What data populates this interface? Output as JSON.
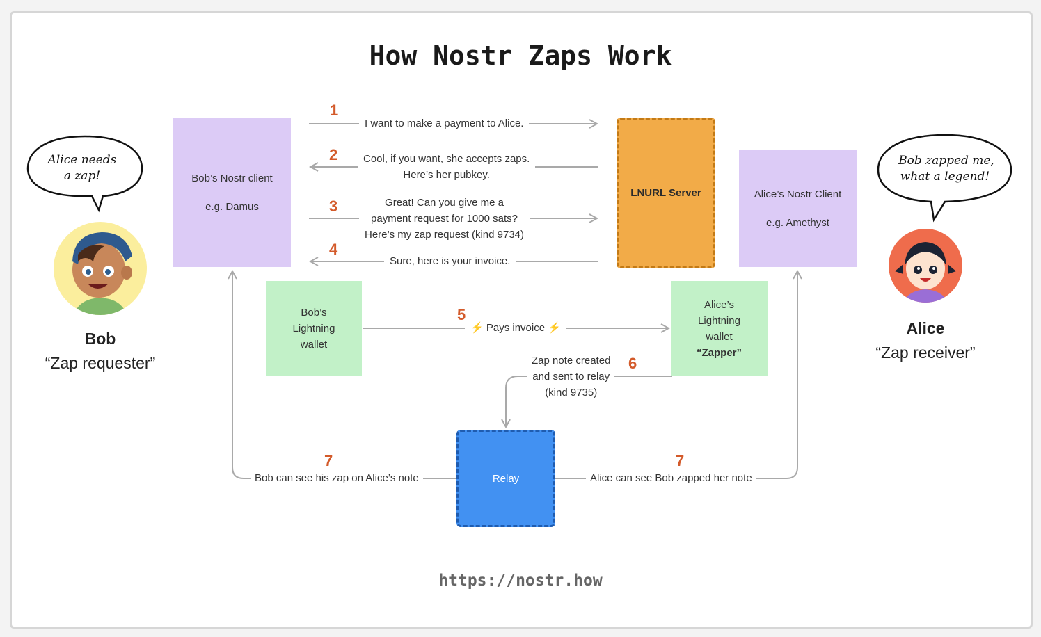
{
  "title": "How Nostr Zaps Work",
  "url": "https://nostr.how",
  "bob": {
    "name": "Bob",
    "role": "“Zap requester”",
    "bubble_line1": "Alice needs",
    "bubble_line2": "a zap!"
  },
  "alice": {
    "name": "Alice",
    "role": "“Zap receiver”",
    "bubble_line1": "Bob zapped me,",
    "bubble_line2": "what a legend!"
  },
  "boxes": {
    "bob_client_line1": "Bob’s Nostr client",
    "bob_client_line2": "e.g. Damus",
    "lnurl_server": "LNURL Server",
    "alice_client_line1": "Alice’s Nostr Client",
    "alice_client_line2": "e.g. Amethyst",
    "bob_wallet_line1": "Bob’s",
    "bob_wallet_line2": "Lightning",
    "bob_wallet_line3": "wallet",
    "alice_wallet_line1": "Alice’s",
    "alice_wallet_line2": "Lightning",
    "alice_wallet_line3": "wallet",
    "alice_wallet_line4": "“Zapper”",
    "relay": "Relay"
  },
  "steps": {
    "s1_num": "1",
    "s1_text": "I want to make a payment to Alice.",
    "s2_num": "2",
    "s2_line1": "Cool, if you want, she accepts zaps.",
    "s2_line2": "Here’s her pubkey.",
    "s3_num": "3",
    "s3_line1": "Great! Can you give me a",
    "s3_line2": "payment request for 1000 sats?",
    "s3_line3": "Here’s my zap request (kind 9734)",
    "s4_num": "4",
    "s4_text": "Sure, here is your invoice.",
    "s5_num": "5",
    "s5_text": "Pays invoice",
    "s6_num": "6",
    "s6_line1": "Zap note created",
    "s6_line2": "and sent to relay",
    "s6_line3": "(kind 9735)",
    "s7a_num": "7",
    "s7a_text": "Bob can see his zap on Alice’s note",
    "s7b_num": "7",
    "s7b_text": "Alice can see Bob zapped her note"
  },
  "icons": {
    "bolt": "⚡"
  },
  "colors": {
    "purple": "#dccbf6",
    "green": "#c2f1c8",
    "orange": "#f2ab48",
    "blue": "#4291f2",
    "step_number": "#d35a2a",
    "arrow": "#a9a9a9"
  }
}
